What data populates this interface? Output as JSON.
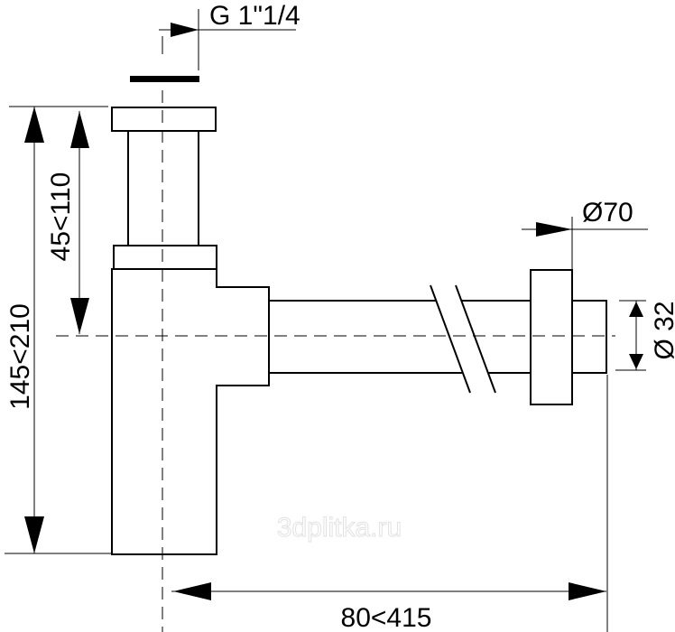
{
  "diagram": {
    "thread_label": "G 1\"1/4",
    "flange_diameter_label": "Ø70",
    "pipe_diameter_label": "Ø 32",
    "total_height_label": "145<210",
    "inlet_height_label": "45<110",
    "horizontal_length_label": "80<415",
    "watermark": "3dplitka.ru"
  }
}
